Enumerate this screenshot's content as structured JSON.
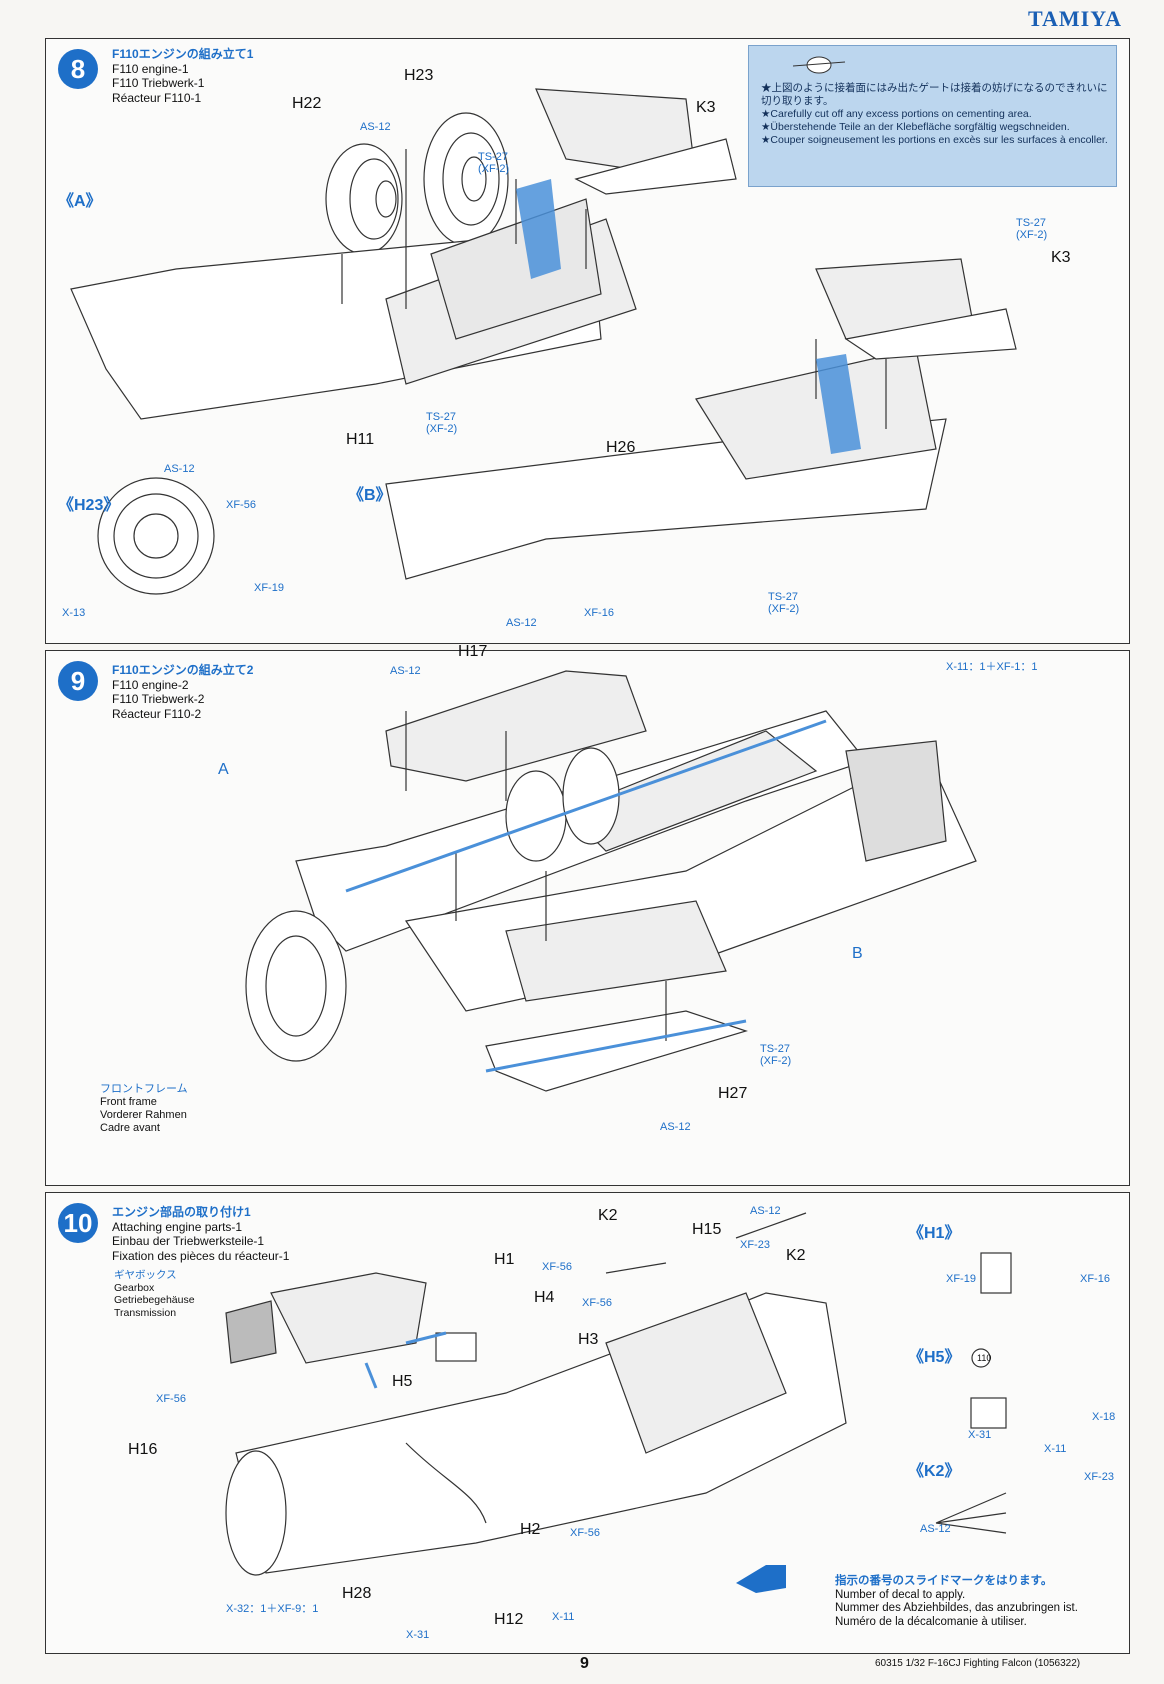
{
  "brand": "TAMIYA",
  "page_number": "9",
  "footer": "60315  1/32 F-16CJ Fighting Falcon (1056322)",
  "step8": {
    "number": "8",
    "title_jp": "F110エンジンの組み立て1",
    "title_en": "F110 engine-1",
    "title_de": "F110 Triebwerk-1",
    "title_fr": "Réacteur F110-1",
    "sub_a": "《A》",
    "sub_b": "《B》",
    "sub_h23": "《H23》",
    "parts": {
      "h22": "H22",
      "h23": "H23",
      "h11": "H11",
      "k3a": "K3",
      "k3b": "K3",
      "h26": "H26"
    },
    "paints": {
      "as12_top": "AS-12",
      "ts27_top": "TS-27\n(XF-2)",
      "ts27_mid": "TS-27\n(XF-2)",
      "ts27_right": "TS-27\n(XF-2)",
      "as12_left": "AS-12",
      "xf56": "XF-56",
      "xf19": "XF-19",
      "x13": "X-13",
      "as12_b": "AS-12",
      "xf16": "XF-16",
      "ts27_b": "TS-27\n(XF-2)"
    },
    "note": {
      "jp": "★上図のように接着面にはみ出たゲートは接着の妨げになるのできれいに切り取ります。",
      "en": "★Carefully cut off any excess portions on cementing area.",
      "de": "★Überstehende Teile an der Klebefläche sorgfältig wegschneiden.",
      "fr": "★Couper soigneusement les portions en excès sur les surfaces à encoller."
    }
  },
  "step9": {
    "number": "9",
    "title_jp": "F110エンジンの組み立て2",
    "title_en": "F110 engine-2",
    "title_de": "F110 Triebwerk-2",
    "title_fr": "Réacteur F110-2",
    "parts": {
      "h17": "H17",
      "a": "A",
      "b": "B",
      "h27": "H27"
    },
    "paints": {
      "as12_top": "AS-12",
      "x11": "X-11：1＋XF-1：1",
      "ts27": "TS-27\n(XF-2)",
      "as12_bottom": "AS-12"
    },
    "front_frame": {
      "jp": "フロントフレーム",
      "en": "Front frame",
      "de": "Vorderer Rahmen",
      "fr": "Cadre avant"
    }
  },
  "step10": {
    "number": "10",
    "title_jp": "エンジン部品の取り付け1",
    "title_en": "Attaching engine parts-1",
    "title_de": "Einbau der Triebwerksteile-1",
    "title_fr": "Fixation des pièces du réacteur-1",
    "gearbox": {
      "jp": "ギヤボックス",
      "en": "Gearbox",
      "de": "Getriebegehäuse",
      "fr": "Transmission"
    },
    "parts": {
      "k2a": "K2",
      "h15": "H15",
      "k2b": "K2",
      "h1": "H1",
      "h4": "H4",
      "h3": "H3",
      "h5": "H5",
      "h16": "H16",
      "h2": "H2",
      "h28": "H28",
      "h12": "H12"
    },
    "paints": {
      "as12_top": "AS-12",
      "xf23": "XF-23",
      "xf56_a": "XF-56",
      "xf56_b": "XF-56",
      "xf56_c": "XF-56",
      "xf56_d": "XF-56",
      "x32": "X-32：1＋XF-9：1",
      "x31": "X-31",
      "x11": "X-11"
    },
    "subs": {
      "h1": "《H1》",
      "h5": "《H5》",
      "k2": "《K2》"
    },
    "sub_paints": {
      "h1_left": "XF-19",
      "h1_right": "XF-16",
      "h5_x18": "X-18",
      "h5_x31": "X-31",
      "k2_x11": "X-11",
      "k2_xf23": "XF-23",
      "k2_as12": "AS-12"
    },
    "decal_no": "110",
    "legend": {
      "jp": "指示の番号のスライドマークをはります。",
      "en": "Number of decal to apply.",
      "de": "Nummer des Abziehbildes, das anzubringen ist.",
      "fr": "Numéro de la décalcomanie à utiliser."
    }
  },
  "colors": {
    "accent": "#1e6fc8",
    "note_bg": "#bcd6ee",
    "line": "#333333"
  }
}
